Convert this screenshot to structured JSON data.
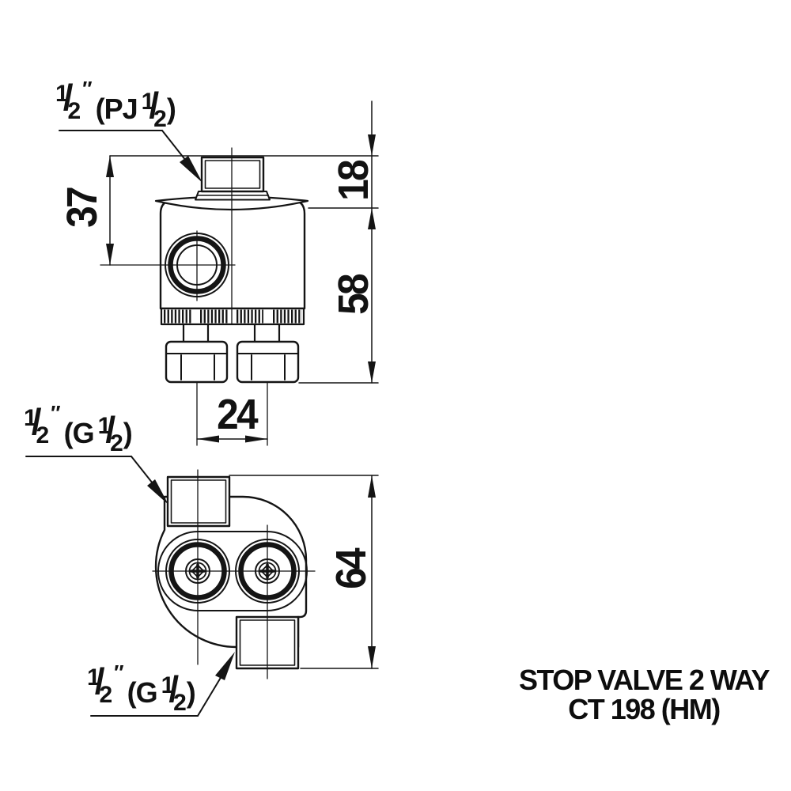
{
  "page": {
    "background": "#ffffff",
    "ink": "#141414"
  },
  "dimensions": {
    "stub_height": "18",
    "body_height": "58",
    "inlet_offset": "37",
    "outlet_spacing": "24",
    "overall_depth": "64"
  },
  "labels": {
    "top_connection": {
      "size_num": "1",
      "size_slash": "/",
      "size_den": "2",
      "unit": "″",
      "thread_open": "(PJ",
      "thread_num": "1",
      "thread_slash": "/",
      "thread_den": "2",
      "thread_close": ")"
    },
    "side_connection": {
      "size_num": "1",
      "size_slash": "/",
      "size_den": "2",
      "unit": "″",
      "thread_open": "(G",
      "thread_num": "1",
      "thread_slash": "/",
      "thread_den": "2",
      "thread_close": ")"
    },
    "bottom_connection": {
      "size_num": "1",
      "size_slash": "/",
      "size_den": "2",
      "unit": "″",
      "thread_open": "(G",
      "thread_num": "1",
      "thread_slash": "/",
      "thread_den": "2",
      "thread_close": ")"
    }
  },
  "title": {
    "line1": "STOP VALVE 2 WAY",
    "line2": "CT 198 (HM)"
  }
}
